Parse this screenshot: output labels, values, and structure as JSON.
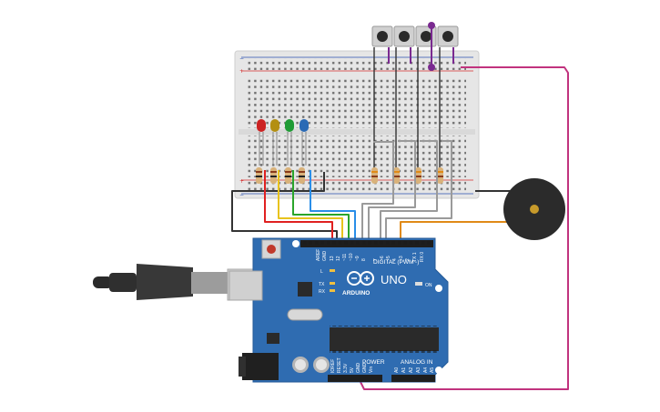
{
  "board": {
    "brand": "ARDUINO",
    "model": "UNO",
    "digital_label": "DIGITAL (PWM~)",
    "power_label": "POWER",
    "analog_label": "ANALOG IN",
    "aref_label": "AREF",
    "gnd_label": "GND",
    "on_label": "ON",
    "l_label": "L",
    "tx_label": "TX",
    "rx_label": "RX",
    "digital_pins": [
      "13",
      "12",
      "~11",
      "~10",
      "~9",
      "8",
      "7",
      "~6",
      "~5",
      "4",
      "~3",
      "2",
      "TX 1",
      "RX 0"
    ],
    "power_pins": [
      "IOREF",
      "RESET",
      "3.3V",
      "5V",
      "GND",
      "GND",
      "Vin"
    ],
    "analog_pins": [
      "A0",
      "A1",
      "A2",
      "A3",
      "A4",
      "A5"
    ]
  },
  "colors": {
    "board": "#2f6cb1",
    "breadboard": "#e6e6e6",
    "wire_red": "#e02020",
    "wire_yellow": "#e8c31d",
    "wire_green": "#2aa52a",
    "wire_blue": "#2a8ee8",
    "wire_gray": "#9a9a9a",
    "wire_black": "#333333",
    "wire_orange": "#e08a17",
    "wire_magenta": "#c1337e",
    "led_red": "#cc2222",
    "led_yellow": "#b38f12",
    "led_green": "#1f9b35",
    "led_blue": "#2a6ab5"
  },
  "components": {
    "leds": [
      "red-led",
      "yellow-led",
      "green-led",
      "blue-led"
    ],
    "buttons": 4,
    "resistors": 8,
    "buzzer": "piezo-buzzer",
    "usb": "usb-b-cable"
  }
}
